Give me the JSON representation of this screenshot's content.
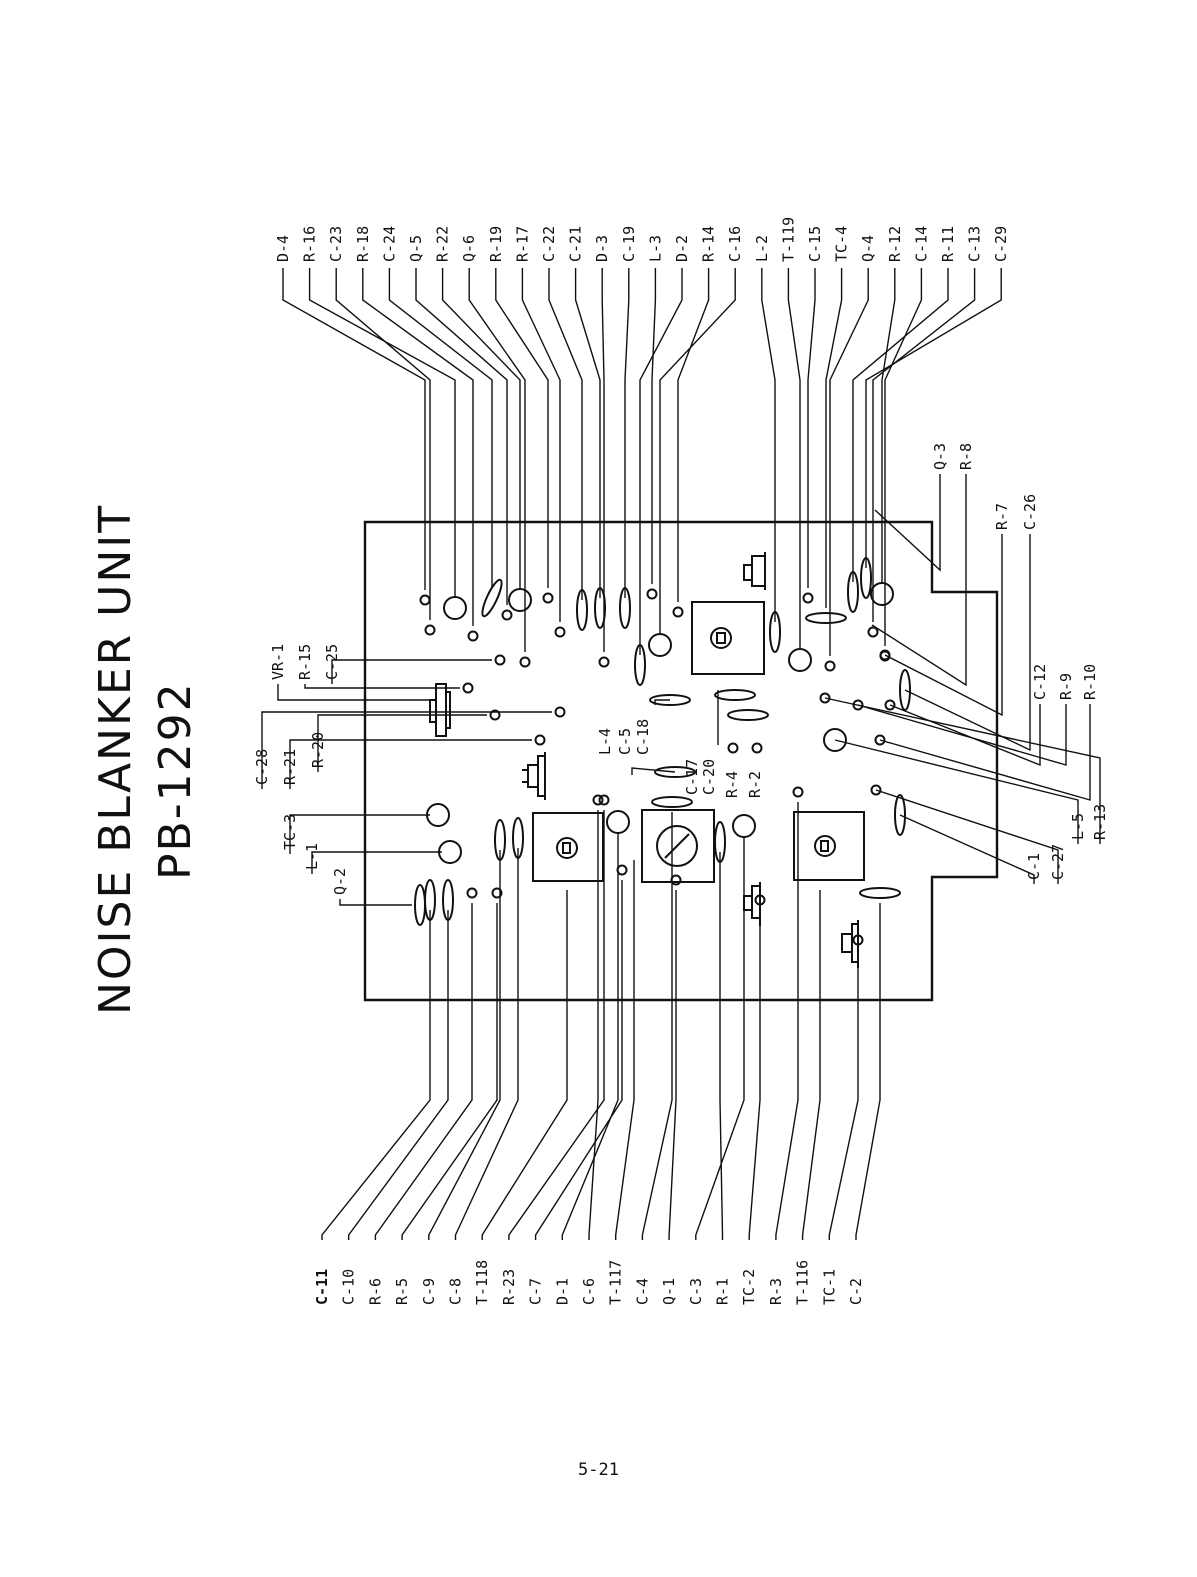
{
  "title": "NOISE BLANKER UNIT",
  "model": "PB-1292",
  "page_number": "5-21",
  "top_labels": [
    "D-4",
    "R-16",
    "C-23",
    "R-18",
    "C-24",
    "Q-5",
    "R-22",
    "Q-6",
    "R-19",
    "R-17",
    "C-22",
    "C-21",
    "D-3",
    "C-19",
    "L-3",
    "D-2",
    "R-14",
    "C-16",
    "L-2",
    "T-119",
    "C-15",
    "TC-4",
    "Q-4",
    "R-12",
    "C-14",
    "R-11",
    "C-13",
    "C-29"
  ],
  "bottom_labels": [
    "C-11",
    "C-10",
    "R-6",
    "R-5",
    "C-9",
    "C-8",
    "T-118",
    "R-23",
    "C-7",
    "D-1",
    "C-6",
    "T-117",
    "C-4",
    "Q-1",
    "C-3",
    "R-1",
    "TC-2",
    "R-3",
    "T-116",
    "TC-1",
    "C-2"
  ],
  "left_labels": [
    "VR-1",
    "R-15",
    "C-25",
    "C-28",
    "R-21",
    "R-20",
    "TC-3",
    "L-1",
    "Q-2"
  ],
  "right_labels": [
    "Q-3",
    "R-8",
    "R-7",
    "C-26",
    "C-12",
    "R-9",
    "R-10",
    "C-1",
    "C-27",
    "L-5",
    "R-13"
  ],
  "inner_labels": [
    "L-4",
    "C-5",
    "C-18",
    "C-17",
    "C-20",
    "R-4",
    "R-2"
  ]
}
